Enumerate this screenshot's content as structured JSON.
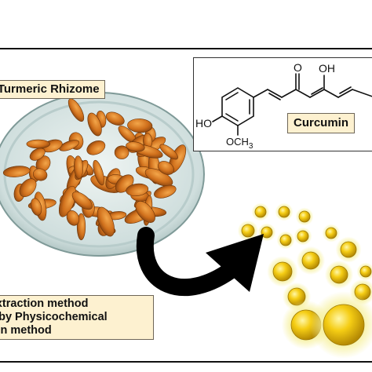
{
  "rhizome_label": "w Turmeric Rhizome",
  "compound_label": "Curcumin",
  "structure_atoms": {
    "carbonyl_oxygen": "O",
    "enol_group": "OH",
    "hydroxyl": "HO",
    "methoxy": "OCH",
    "methoxy_subscript": "3"
  },
  "method_lines": [
    "hlet extraction method",
    "owed by Physicochemical",
    "rication method"
  ],
  "colors": {
    "label_fill": "#fdf1d0",
    "arrow": "#000000",
    "particle": "#f2c40c",
    "glow": "#f4f0a0",
    "turmeric": "#d7781f"
  },
  "icons": {
    "arrow": "curved-arrow-icon",
    "particles": "nanoparticle-sphere-icons"
  }
}
